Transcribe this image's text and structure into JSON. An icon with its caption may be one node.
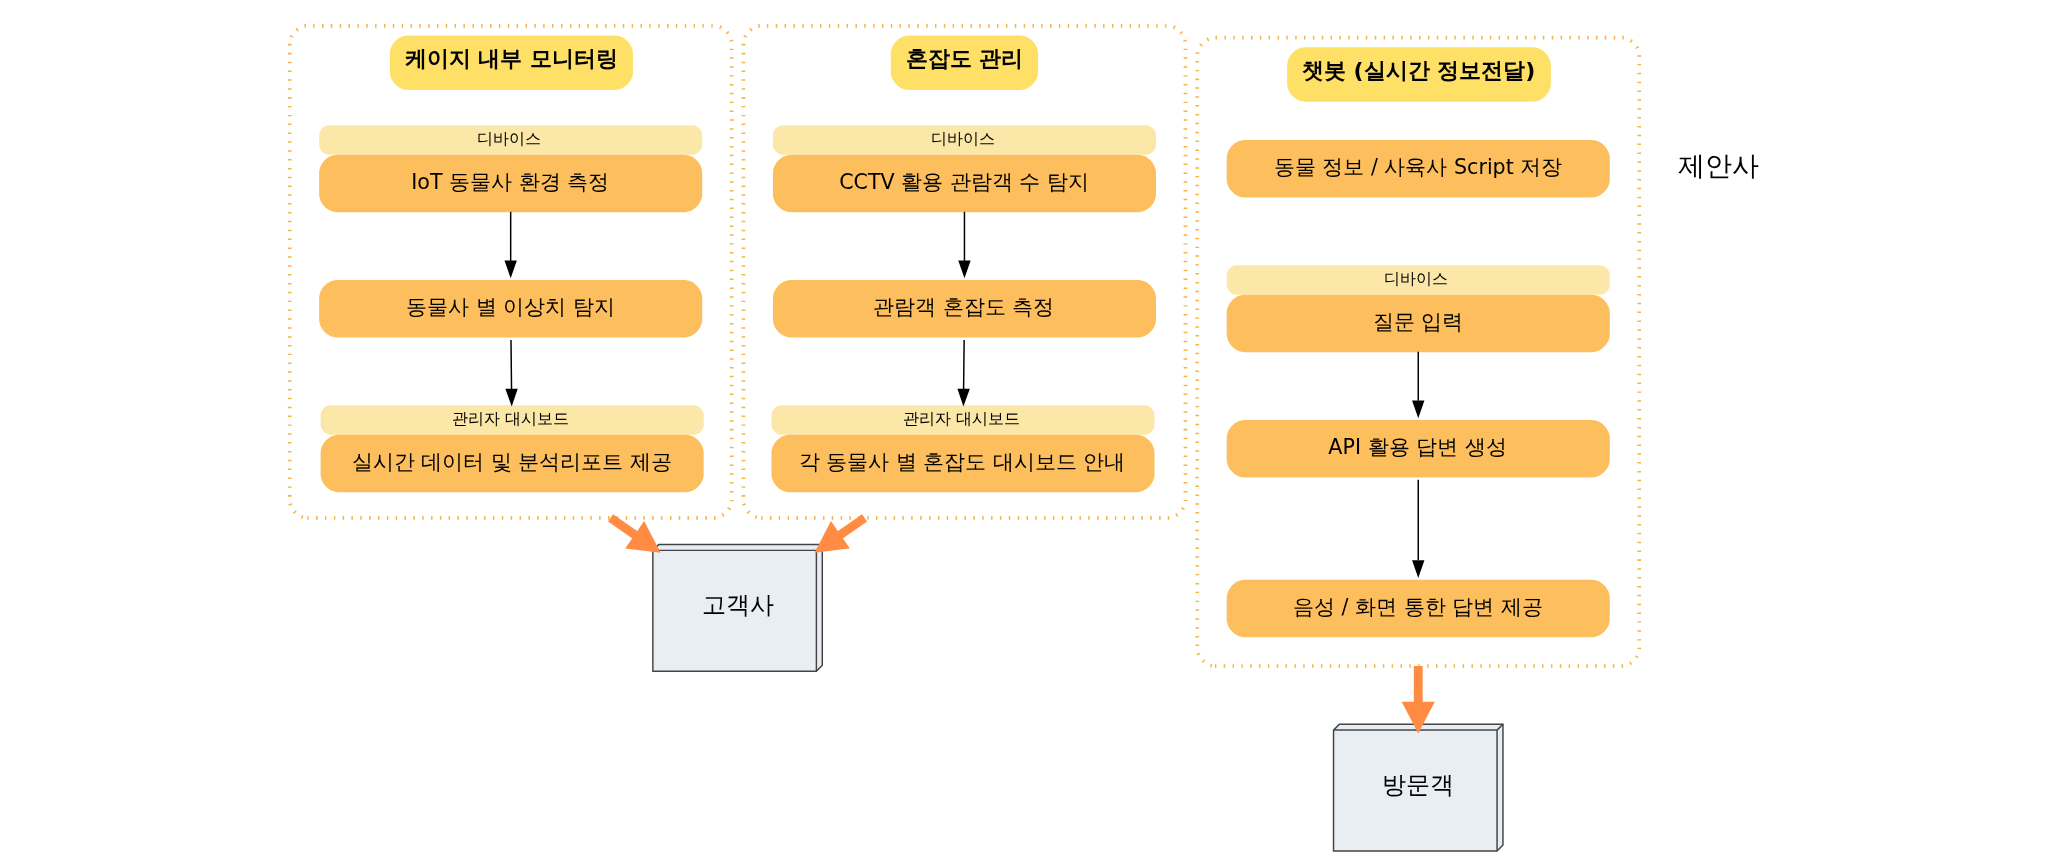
{
  "diagram": {
    "nodes": [
      {
        "text": [
          "케이지 내부 모니터링"
        ]
      },
      {
        "text": [
          "디바이스",
          "IoT 동물사 환경 측정"
        ],
        "in": 0
      },
      {
        "text": [
          "동물사 별 이상치 탐지"
        ],
        "in": 0
      },
      {
        "text": [
          "관리자 대시보드",
          "실시간 데이터 및 분석리포트 제공"
        ],
        "in": 0
      },
      {
        "text": [
          "혼잡도 관리"
        ]
      },
      {
        "text": [
          "디바이스",
          "CCTV 활용 관람객 수 탐지"
        ],
        "in": 4
      },
      {
        "text": [
          "관람객 혼잡도 측정"
        ],
        "in": 4
      },
      {
        "text": [
          "관리자 대시보드",
          "각 동물사 별 혼잡도 대시보드 안내"
        ],
        "in": 4
      },
      {
        "text": [
          "챗봇 (실시간 정보전달)"
        ]
      },
      {
        "text": [
          "동물 정보 / 사육사 Script 저장"
        ],
        "in": 8
      },
      {
        "text": [
          "디바이스",
          "질문 입력"
        ],
        "in": 8
      },
      {
        "text": [
          "API 활용 답변 생성"
        ],
        "in": 8
      },
      {
        "text": [
          "음성 / 화면 통한 답변 제공"
        ],
        "in": 8
      },
      {
        "text": [
          "방문객"
        ]
      },
      {
        "text": [
          "고객사"
        ]
      }
    ],
    "edges": [
      {
        "from": 1,
        "to": 2,
        "arrow": "to"
      },
      {
        "from": 2,
        "to": 3,
        "arrow": "to"
      },
      {
        "from": 5,
        "to": 6,
        "arrow": "to"
      },
      {
        "from": 6,
        "to": 7,
        "arrow": "to"
      },
      {
        "from": 10,
        "to": 11,
        "arrow": "to"
      },
      {
        "from": 11,
        "to": 12,
        "arrow": "to"
      },
      {
        "from": 8,
        "to": 13,
        "arrow": "to",
        "style": "thick",
        "color": "#ff8c42"
      },
      {
        "from": 0,
        "to": 14,
        "arrow": "to",
        "style": "thick",
        "color": "#ff8c42"
      },
      {
        "from": 4,
        "to": 14,
        "arrow": "to",
        "style": "thick",
        "color": "#ff8c42"
      }
    ],
    "labels": [
      "제안사"
    ]
  }
}
